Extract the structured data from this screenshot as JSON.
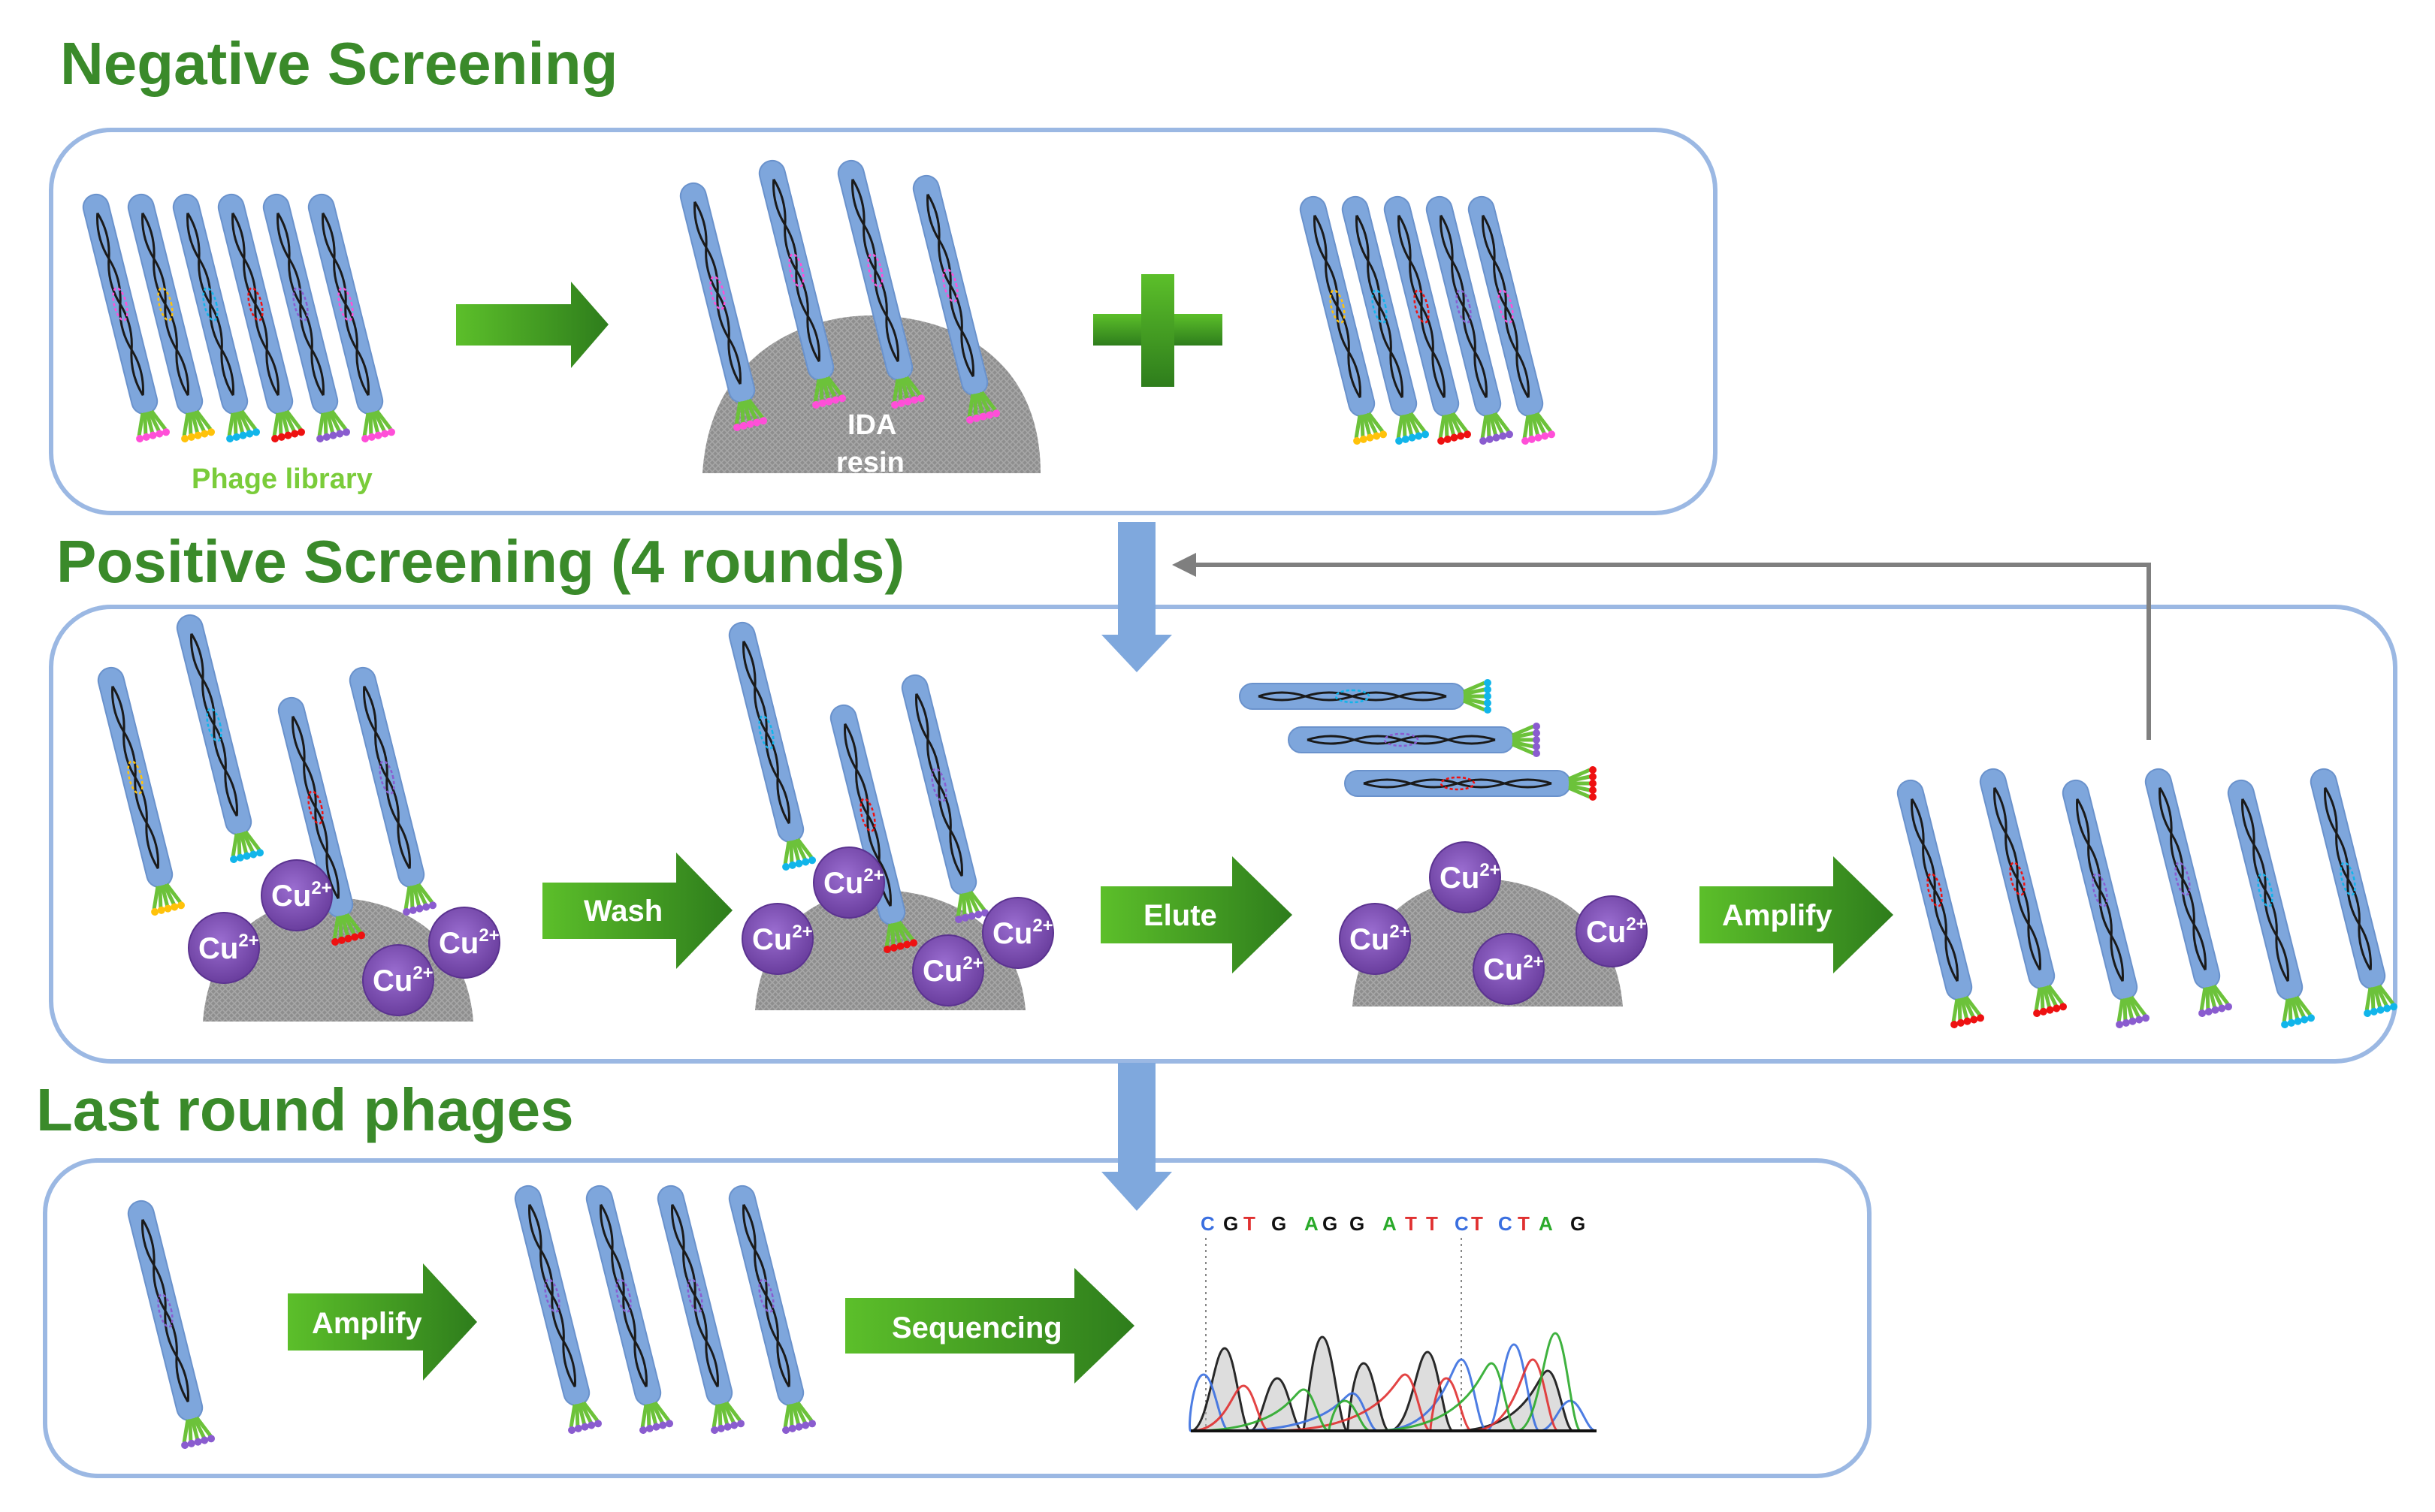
{
  "sections": {
    "negative": "Negative Screening",
    "positive": "Positive Screening (4 rounds)",
    "last": "Last round phages"
  },
  "labels": {
    "phage_library": "Phage library",
    "ida": "IDA",
    "resin": "resin",
    "cu_base": "Cu",
    "cu_charge": "2+"
  },
  "arrows": {
    "wash": "Wash",
    "elute": "Elute",
    "amplify": "Amplify",
    "amplify2": "Amplify",
    "sequencing": "Sequencing"
  },
  "sequence": [
    "C",
    "G",
    "T",
    "G",
    "A",
    "G",
    "G",
    "A",
    "T",
    "T",
    "C",
    "T",
    "C",
    "T",
    "A",
    "G"
  ],
  "colors": {
    "title_green": "#3a8a2a",
    "phage_blue": "#7ea6dc",
    "panel_border": "#9bb8e3",
    "cu_purple": "#7b4fb0",
    "arrow_green_dark": "#2e7d1c",
    "arrow_green_light": "#5cbf2a",
    "resin_gray": "#8c8c8c",
    "tip_pink": "#ff4fd8",
    "tip_yellow": "#ffc20a",
    "tip_cyan": "#11b5ea",
    "tip_red": "#ee1111",
    "tip_purple": "#8a5ccf",
    "tip_green": "#6cc23a",
    "base_A": "#2aaa2a",
    "base_C": "#3a6fe0",
    "base_G": "#111111",
    "base_T": "#e03030"
  }
}
